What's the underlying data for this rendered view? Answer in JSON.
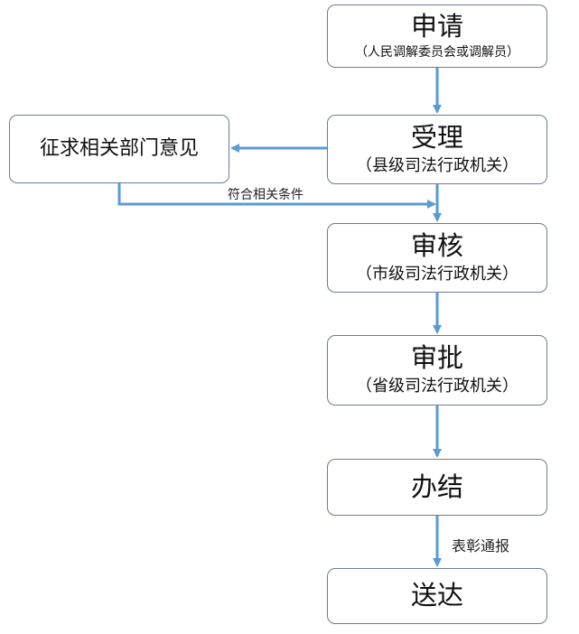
{
  "nodes": {
    "apply": {
      "title": "申请",
      "subtitle": "（人民调解委员会或调解员）"
    },
    "accept": {
      "title": "受理",
      "subtitle": "（县级司法行政机关）"
    },
    "review": {
      "title": "审核",
      "subtitle": "（市级司法行政机关）"
    },
    "approve": {
      "title": "审批",
      "subtitle": "（省级司法行政机关）"
    },
    "handle": {
      "title": "办结"
    },
    "deliver": {
      "title": "送达"
    },
    "consult": {
      "title": "征求相关部门意见"
    }
  },
  "edges": {
    "meets_conditions": "符合相关条件",
    "commend_notice": "表彰通报"
  },
  "colors": {
    "arrow": "#5b9bd5",
    "border": "#6a7d95"
  }
}
